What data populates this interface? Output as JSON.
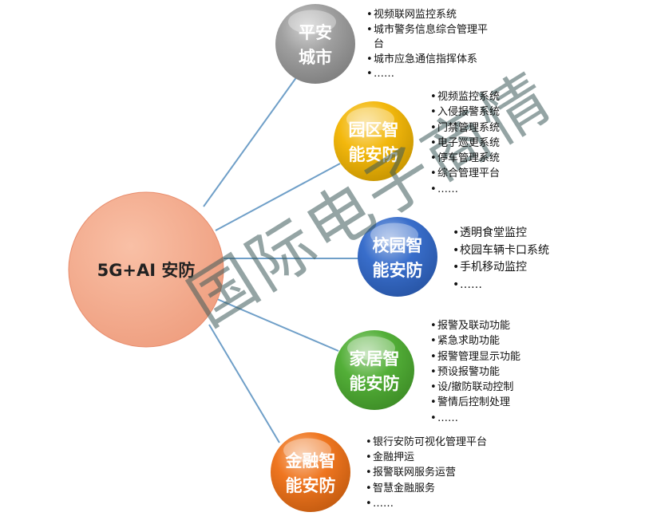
{
  "center": {
    "label": "5G+AI 安防"
  },
  "watermark": "国际电子商情",
  "nodes": [
    {
      "id": "city",
      "line1": "平安",
      "line2": "城市",
      "color": "#9a9a9a",
      "items": [
        "视频联网监控系统",
        "城市警务信息综合管理平台",
        "城市应急通信指挥体系",
        "……"
      ]
    },
    {
      "id": "park",
      "line1": "园区智",
      "line2": "能安防",
      "color": "#f2b400",
      "items": [
        "视频监控系统",
        "入侵报警系统",
        "门禁管理系统",
        "电子巡更系统",
        "停车管理系统",
        "综合管理平台",
        "……"
      ]
    },
    {
      "id": "campus",
      "line1": "校园智",
      "line2": "能安防",
      "color": "#2f66c8",
      "items": [
        "透明食堂监控",
        "校园车辆卡口系统",
        "手机移动监控",
        "……"
      ]
    },
    {
      "id": "home",
      "line1": "家居智",
      "line2": "能安防",
      "color": "#4aab2e",
      "items": [
        "报警及联动功能",
        "紧急求助功能",
        "报警管理显示功能",
        "预设报警功能",
        "设/撤防联动控制",
        "警情后控制处理",
        "……"
      ]
    },
    {
      "id": "finance",
      "line1": "金融智",
      "line2": "能安防",
      "color": "#ee6f14",
      "items": [
        "银行安防可视化管理平台",
        "金融押运",
        "报警联网服务运营",
        "智慧金融服务",
        "……"
      ]
    }
  ]
}
